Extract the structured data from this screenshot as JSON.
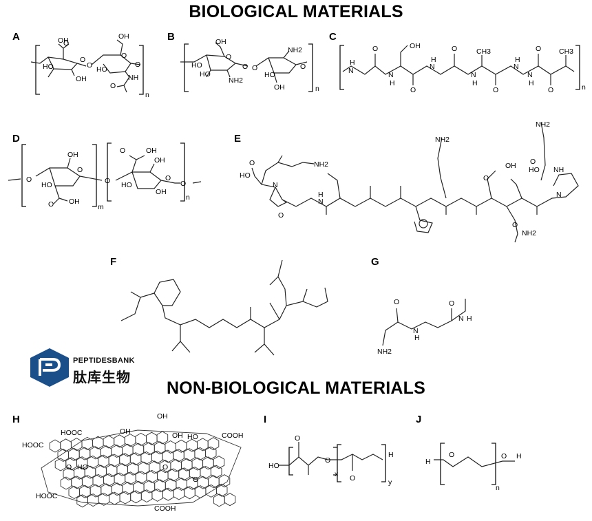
{
  "headings": {
    "biological": "BIOLOGICAL MATERIALS",
    "non_biological": "NON-BIOLOGICAL MATERIALS"
  },
  "logo": {
    "english": "PEPTIDESBANK",
    "chinese": "肽库生物",
    "brand_color": "#1b4f8a"
  },
  "panels": [
    {
      "id": "A",
      "atoms": [
        "HO",
        "OH",
        "O",
        "O",
        "OH",
        "O",
        "O",
        "HO",
        "OH",
        "O",
        "O",
        "NH",
        "n"
      ]
    },
    {
      "id": "B",
      "atoms": [
        "OH",
        "O",
        "HO",
        "HO",
        "O",
        "NH2",
        "NH2",
        "O",
        "HO",
        "OH",
        "O",
        "n"
      ]
    },
    {
      "id": "C",
      "atoms": [
        "OH",
        "CH3",
        "CH3",
        "N",
        "N",
        "N",
        "N",
        "N",
        "N",
        "H",
        "H",
        "H",
        "H",
        "H",
        "H",
        "O",
        "O",
        "O",
        "O",
        "O",
        "O",
        "n"
      ]
    },
    {
      "id": "D",
      "atoms": [
        "OH",
        "O",
        "HO",
        "O",
        "O",
        "O",
        "OH",
        "OH",
        "O",
        "O",
        "OH",
        "OH",
        "HO",
        "O",
        "m",
        "n"
      ]
    },
    {
      "id": "E",
      "atoms": [
        "HO",
        "O",
        "O",
        "NH2",
        "NH2",
        "NH2",
        "OH",
        "O",
        "HO",
        "O",
        "NH",
        "N",
        "N",
        "N",
        "H",
        "NH2",
        "O"
      ]
    },
    {
      "id": "F",
      "atoms": []
    },
    {
      "id": "G",
      "atoms": [
        "NH2",
        "N",
        "H",
        "O",
        "O",
        "N",
        "H"
      ]
    },
    {
      "id": "H",
      "atoms": [
        "HOOC",
        "HOOC",
        "HOOC",
        "COOH",
        "COOH",
        "OH",
        "OH",
        "OH",
        "HO",
        "HO",
        "O",
        "O",
        "O"
      ]
    },
    {
      "id": "I",
      "atoms": [
        "HO",
        "O",
        "O",
        "O",
        "H",
        "x",
        "y"
      ]
    },
    {
      "id": "J",
      "atoms": [
        "H",
        "O",
        "O",
        "H",
        "n"
      ]
    }
  ]
}
